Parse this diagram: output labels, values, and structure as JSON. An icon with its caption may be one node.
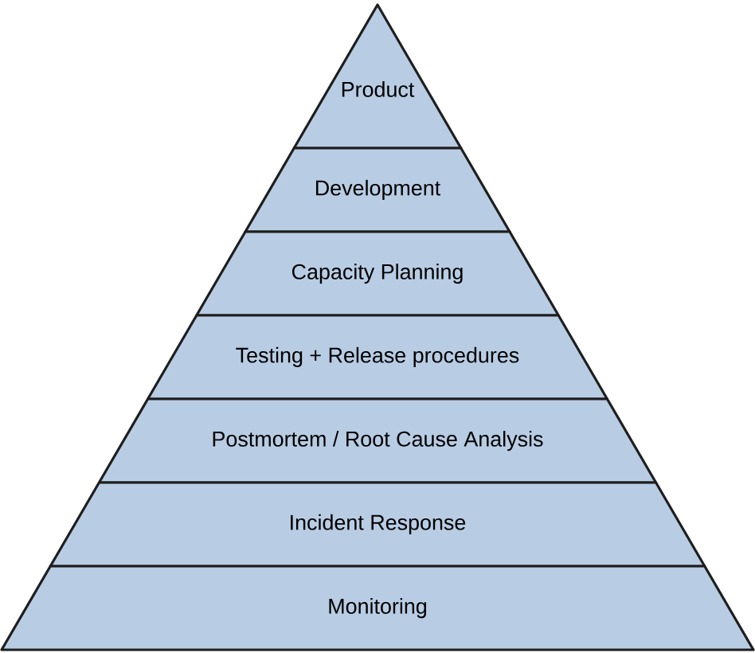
{
  "diagram": {
    "nodes": [
      {
        "text": [
          "Product"
        ]
      },
      {
        "text": [
          "Development"
        ]
      },
      {
        "text": [
          "Capacity Planning"
        ]
      },
      {
        "text": [
          "Testing + Release procedures"
        ]
      },
      {
        "text": [
          "Postmortem / Root Cause Analysis"
        ]
      },
      {
        "text": [
          "Incident Response"
        ]
      },
      {
        "text": [
          "Monitoring"
        ]
      }
    ]
  }
}
